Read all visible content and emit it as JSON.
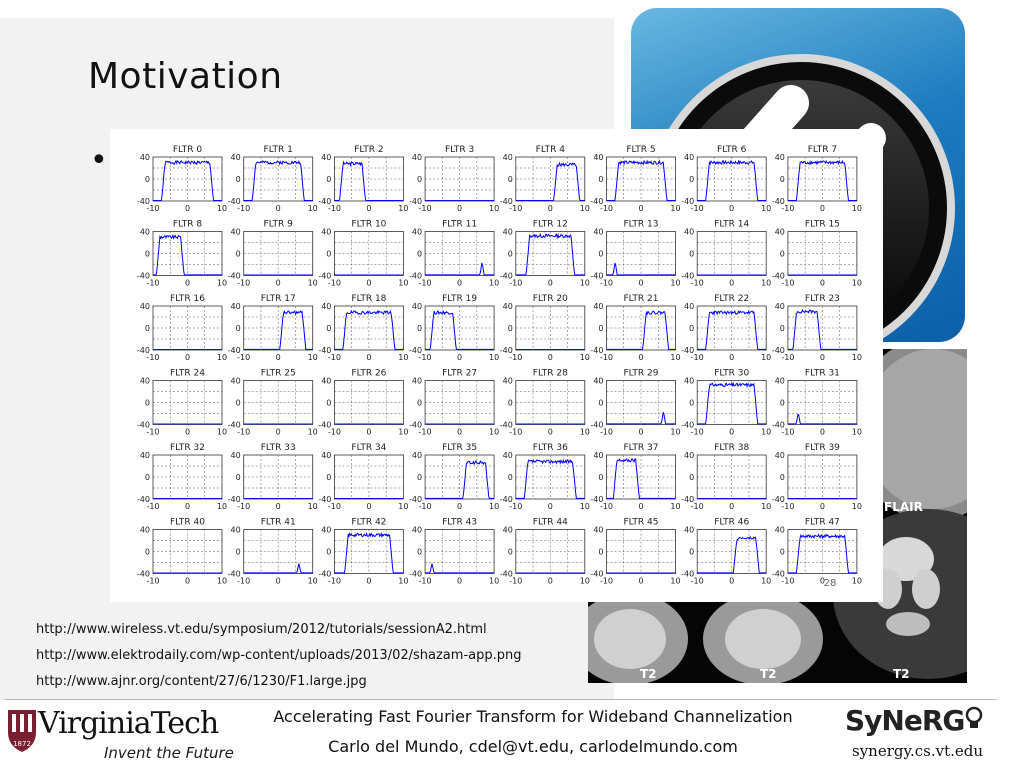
{
  "slide": {
    "title": "Motivation",
    "bullet": "•"
  },
  "figure": {
    "panel_titles": [
      "FLTR 0",
      "FLTR 1",
      "FLTR 2",
      "FLTR 3",
      "FLTR 4",
      "FLTR 5",
      "FLTR 6",
      "FLTR 7",
      "FLTR 8",
      "FLTR 9",
      "FLTR 10",
      "FLTR 11",
      "FLTR 12",
      "FLTR 13",
      "FLTR 14",
      "FLTR 15",
      "FLTR 16",
      "FLTR 17",
      "FLTR 18",
      "FLTR 19",
      "FLTR 20",
      "FLTR 21",
      "FLTR 22",
      "FLTR 23",
      "FLTR 24",
      "FLTR 25",
      "FLTR 26",
      "FLTR 27",
      "FLTR 28",
      "FLTR 29",
      "FLTR 30",
      "FLTR 31",
      "FLTR 32",
      "FLTR 33",
      "FLTR 34",
      "FLTR 35",
      "FLTR 36",
      "FLTR 37",
      "FLTR 38",
      "FLTR 39",
      "FLTR 40",
      "FLTR 41",
      "FLTR 42",
      "FLTR 43",
      "FLTR 44",
      "FLTR 45",
      "FLTR 46",
      "FLTR 47"
    ],
    "y_ticks": [
      "40",
      "0",
      "-40"
    ],
    "x_ticks": [
      "-10",
      "0",
      "10"
    ],
    "corner_label": "28"
  },
  "chart_data": {
    "type": "line",
    "rows": 6,
    "cols": 8,
    "xlim": [
      -10,
      10
    ],
    "ylim": [
      -40,
      40
    ],
    "grid": true,
    "color": "#0000ff",
    "panels": [
      {
        "title": "FLTR 0",
        "shape": "band",
        "lo": -7.5,
        "hi": 7.5,
        "peak": 30
      },
      {
        "title": "FLTR 1",
        "shape": "band",
        "lo": -7.5,
        "hi": 7.5,
        "peak": 30
      },
      {
        "title": "FLTR 2",
        "shape": "band",
        "lo": -8.5,
        "hi": -1,
        "peak": 28
      },
      {
        "title": "FLTR 3",
        "shape": "none"
      },
      {
        "title": "FLTR 4",
        "shape": "band",
        "lo": 1,
        "hi": 8.5,
        "peak": 26
      },
      {
        "title": "FLTR 5",
        "shape": "band",
        "lo": -7.5,
        "hi": 7.5,
        "peak": 30
      },
      {
        "title": "FLTR 6",
        "shape": "band",
        "lo": -7.5,
        "hi": 7.5,
        "peak": 30
      },
      {
        "title": "FLTR 7",
        "shape": "band",
        "lo": -7.5,
        "hi": 7.5,
        "peak": 30
      },
      {
        "title": "FLTR 8",
        "shape": "band",
        "lo": -9,
        "hi": -1,
        "peak": 30
      },
      {
        "title": "FLTR 9",
        "shape": "none"
      },
      {
        "title": "FLTR 10",
        "shape": "none"
      },
      {
        "title": "FLTR 11",
        "shape": "spike",
        "at": 6.5,
        "peak": -15
      },
      {
        "title": "FLTR 12",
        "shape": "band",
        "lo": -7,
        "hi": 7,
        "peak": 32
      },
      {
        "title": "FLTR 13",
        "shape": "spike",
        "at": -7.5,
        "peak": -15
      },
      {
        "title": "FLTR 14",
        "shape": "none"
      },
      {
        "title": "FLTR 15",
        "shape": "none"
      },
      {
        "title": "FLTR 16",
        "shape": "none"
      },
      {
        "title": "FLTR 17",
        "shape": "band",
        "lo": 0.5,
        "hi": 8,
        "peak": 28
      },
      {
        "title": "FLTR 18",
        "shape": "band",
        "lo": -7.5,
        "hi": 7.5,
        "peak": 28
      },
      {
        "title": "FLTR 19",
        "shape": "band",
        "lo": -8.5,
        "hi": -1,
        "peak": 28
      },
      {
        "title": "FLTR 20",
        "shape": "none"
      },
      {
        "title": "FLTR 21",
        "shape": "band",
        "lo": 0.5,
        "hi": 8,
        "peak": 28
      },
      {
        "title": "FLTR 22",
        "shape": "band",
        "lo": -7.5,
        "hi": 7.5,
        "peak": 28
      },
      {
        "title": "FLTR 23",
        "shape": "band",
        "lo": -8.5,
        "hi": -0.5,
        "peak": 30
      },
      {
        "title": "FLTR 24",
        "shape": "none"
      },
      {
        "title": "FLTR 25",
        "shape": "none"
      },
      {
        "title": "FLTR 26",
        "shape": "none"
      },
      {
        "title": "FLTR 27",
        "shape": "none"
      },
      {
        "title": "FLTR 28",
        "shape": "none"
      },
      {
        "title": "FLTR 29",
        "shape": "spike",
        "at": 6.5,
        "peak": -15
      },
      {
        "title": "FLTR 30",
        "shape": "band",
        "lo": -7.5,
        "hi": 7.5,
        "peak": 32
      },
      {
        "title": "FLTR 31",
        "shape": "spike",
        "at": -7,
        "peak": -18
      },
      {
        "title": "FLTR 32",
        "shape": "none"
      },
      {
        "title": "FLTR 33",
        "shape": "none"
      },
      {
        "title": "FLTR 34",
        "shape": "none"
      },
      {
        "title": "FLTR 35",
        "shape": "band",
        "lo": 1,
        "hi": 8.5,
        "peak": 26
      },
      {
        "title": "FLTR 36",
        "shape": "band",
        "lo": -7.5,
        "hi": 7.5,
        "peak": 28
      },
      {
        "title": "FLTR 37",
        "shape": "band",
        "lo": -8,
        "hi": -0.5,
        "peak": 30
      },
      {
        "title": "FLTR 38",
        "shape": "none"
      },
      {
        "title": "FLTR 39",
        "shape": "none"
      },
      {
        "title": "FLTR 40",
        "shape": "none"
      },
      {
        "title": "FLTR 41",
        "shape": "spike",
        "at": 6,
        "peak": -22
      },
      {
        "title": "FLTR 42",
        "shape": "band",
        "lo": -7,
        "hi": 7,
        "peak": 30
      },
      {
        "title": "FLTR 43",
        "shape": "spike",
        "at": -8,
        "peak": -22
      },
      {
        "title": "FLTR 44",
        "shape": "none"
      },
      {
        "title": "FLTR 45",
        "shape": "none"
      },
      {
        "title": "FLTR 46",
        "shape": "band",
        "lo": 0.5,
        "hi": 8,
        "peak": 24
      },
      {
        "title": "FLTR 47",
        "shape": "band",
        "lo": -7.5,
        "hi": 7.5,
        "peak": 28
      }
    ]
  },
  "mri": {
    "flair_label": "FLAIR",
    "t2_labels": [
      "T2",
      "T2",
      "T2"
    ]
  },
  "references": [
    "http://www.wireless.vt.edu/symposium/2012/tutorials/sessionA2.html",
    "http://www.elektrodaily.com/wp-content/uploads/2013/02/shazam-app.png",
    "http://www.ajnr.org/content/27/6/1230/F1.large.jpg"
  ],
  "footer": {
    "title": "Accelerating Fast Fourier Transform for Wideband Channelization",
    "author": "Carlo del Mundo, cdel@vt.edu, carlodelmundo.com",
    "vt_wordmark": "VirginiaTech",
    "vt_tagline": "Invent the Future",
    "vt_year": "1872",
    "synergy_logo": "SyNeRG",
    "synergy_url": "synergy.cs.vt.edu"
  },
  "colors": {
    "trace": "#0000ff",
    "vt_maroon": "#7a1f32",
    "shazam_blue": "#1e7cc0"
  }
}
